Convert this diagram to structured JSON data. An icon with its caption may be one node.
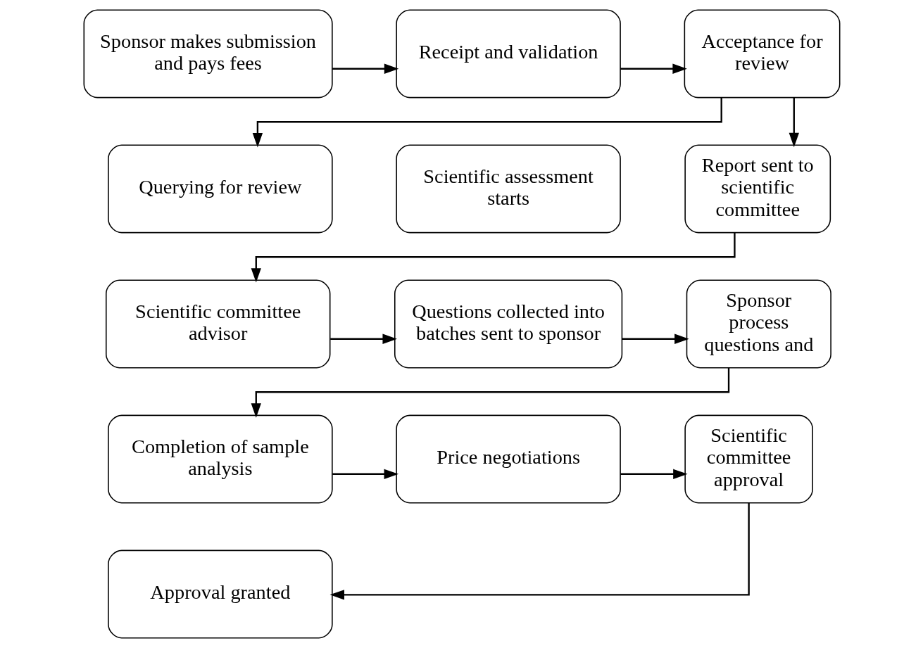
{
  "diagram": {
    "nodes": [
      {
        "text": [
          "Sponsor makes submission and pays fees"
        ]
      },
      {
        "text": [
          "Receipt and validation"
        ]
      },
      {
        "text": [
          "Acceptance for review"
        ]
      },
      {
        "text": [
          "Querying for review"
        ]
      },
      {
        "text": [
          "Scientific assessment starts"
        ]
      },
      {
        "text": [
          "Report sent to scientific committee"
        ]
      },
      {
        "text": [
          "Scientific committee advisor"
        ]
      },
      {
        "text": [
          "Questions collected into batches sent to sponsor"
        ]
      },
      {
        "text": [
          "Sponsor process questions and"
        ]
      },
      {
        "text": [
          "Completion of sample analysis"
        ]
      },
      {
        "text": [
          "Price negotiations"
        ]
      },
      {
        "text": [
          "Scientific committee approval"
        ]
      },
      {
        "text": [
          "Approval granted"
        ]
      }
    ],
    "edges": [
      {
        "from": 0,
        "to": 1,
        "arrow": "to"
      },
      {
        "from": 1,
        "to": 2,
        "arrow": "to"
      },
      {
        "from": 2,
        "to": 5,
        "arrow": "to"
      },
      {
        "from": 2,
        "to": 3,
        "arrow": "to"
      },
      {
        "from": 5,
        "to": 6,
        "arrow": "to"
      },
      {
        "from": 6,
        "to": 7,
        "arrow": "to"
      },
      {
        "from": 7,
        "to": 8,
        "arrow": "to"
      },
      {
        "from": 8,
        "to": 9,
        "arrow": "to"
      },
      {
        "from": 9,
        "to": 10,
        "arrow": "to"
      },
      {
        "from": 10,
        "to": 11,
        "arrow": "to"
      },
      {
        "from": 11,
        "to": 12,
        "arrow": "to"
      }
    ]
  }
}
